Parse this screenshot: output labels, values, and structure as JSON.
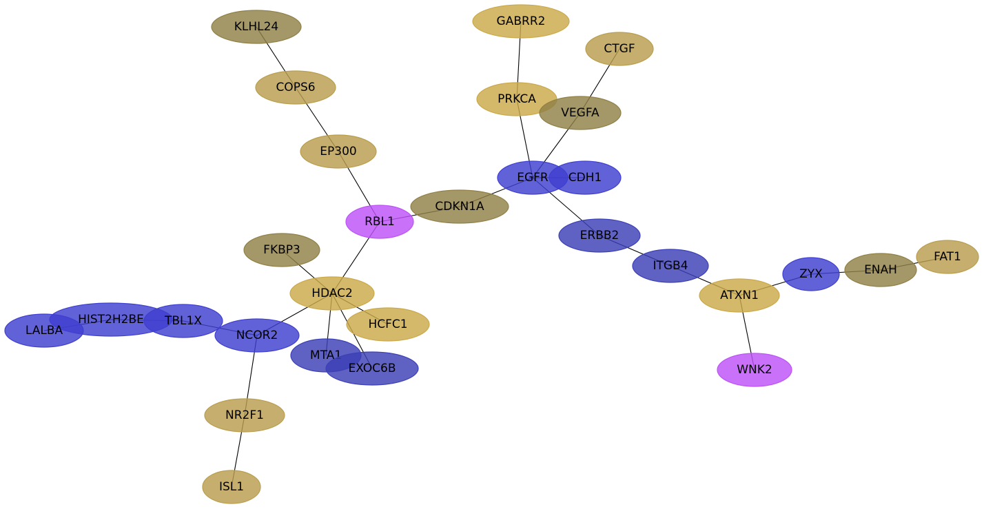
{
  "colors": {
    "gold": "#cba94a",
    "khaki": "#b99e4e",
    "olive": "#908047",
    "blue": "#3f3fd0",
    "slate": "#3c40b6",
    "violet": "#bd52f8",
    "edge": "#000000"
  },
  "nodes": [
    {
      "id": "KLHL24",
      "label": "KLHL24",
      "color": "olive"
    },
    {
      "id": "COPS6",
      "label": "COPS6",
      "color": "khaki"
    },
    {
      "id": "EP300",
      "label": "EP300",
      "color": "khaki"
    },
    {
      "id": "GABRR2",
      "label": "GABRR2",
      "color": "gold"
    },
    {
      "id": "CTGF",
      "label": "CTGF",
      "color": "khaki"
    },
    {
      "id": "PRKCA",
      "label": "PRKCA",
      "color": "gold"
    },
    {
      "id": "VEGFA",
      "label": "VEGFA",
      "color": "olive"
    },
    {
      "id": "EGFR",
      "label": "EGFR",
      "color": "blue"
    },
    {
      "id": "CDH1",
      "label": "CDH1",
      "color": "blue"
    },
    {
      "id": "CDKN1A",
      "label": "CDKN1A",
      "color": "olive"
    },
    {
      "id": "RBL1",
      "label": "RBL1",
      "color": "violet"
    },
    {
      "id": "ERBB2",
      "label": "ERBB2",
      "color": "slate"
    },
    {
      "id": "ITGB4",
      "label": "ITGB4",
      "color": "slate"
    },
    {
      "id": "ZYX",
      "label": "ZYX",
      "color": "blue"
    },
    {
      "id": "ENAH",
      "label": "ENAH",
      "color": "olive"
    },
    {
      "id": "FAT1",
      "label": "FAT1",
      "color": "khaki"
    },
    {
      "id": "ATXN1",
      "label": "ATXN1",
      "color": "gold"
    },
    {
      "id": "WNK2",
      "label": "WNK2",
      "color": "violet"
    },
    {
      "id": "FKBP3",
      "label": "FKBP3",
      "color": "olive"
    },
    {
      "id": "HDAC2",
      "label": "HDAC2",
      "color": "gold"
    },
    {
      "id": "HCFC1",
      "label": "HCFC1",
      "color": "gold"
    },
    {
      "id": "HIST2H2BE",
      "label": "HIST2H2BE",
      "color": "blue"
    },
    {
      "id": "TBL1X",
      "label": "TBL1X",
      "color": "blue"
    },
    {
      "id": "LALBA",
      "label": "LALBA",
      "color": "blue"
    },
    {
      "id": "NCOR2",
      "label": "NCOR2",
      "color": "blue"
    },
    {
      "id": "MTA1",
      "label": "MTA1",
      "color": "slate"
    },
    {
      "id": "EXOC6B",
      "label": "EXOC6B",
      "color": "slate"
    },
    {
      "id": "NR2F1",
      "label": "NR2F1",
      "color": "khaki"
    },
    {
      "id": "ISL1",
      "label": "ISL1",
      "color": "khaki"
    }
  ],
  "edges": [
    [
      "KLHL24",
      "COPS6"
    ],
    [
      "COPS6",
      "EP300"
    ],
    [
      "EP300",
      "RBL1"
    ],
    [
      "GABRR2",
      "PRKCA"
    ],
    [
      "CTGF",
      "VEGFA"
    ],
    [
      "PRKCA",
      "EGFR"
    ],
    [
      "VEGFA",
      "EGFR"
    ],
    [
      "EGFR",
      "CDH1"
    ],
    [
      "EGFR",
      "CDKN1A"
    ],
    [
      "EGFR",
      "ERBB2"
    ],
    [
      "CDKN1A",
      "RBL1"
    ],
    [
      "RBL1",
      "HDAC2"
    ],
    [
      "ERBB2",
      "ITGB4"
    ],
    [
      "ITGB4",
      "ATXN1"
    ],
    [
      "ATXN1",
      "ZYX"
    ],
    [
      "ZYX",
      "ENAH"
    ],
    [
      "ENAH",
      "FAT1"
    ],
    [
      "ATXN1",
      "WNK2"
    ],
    [
      "FKBP3",
      "HDAC2"
    ],
    [
      "HDAC2",
      "HCFC1"
    ],
    [
      "HDAC2",
      "NCOR2"
    ],
    [
      "HDAC2",
      "MTA1"
    ],
    [
      "HDAC2",
      "EXOC6B"
    ],
    [
      "NCOR2",
      "TBL1X"
    ],
    [
      "TBL1X",
      "HIST2H2BE"
    ],
    [
      "HIST2H2BE",
      "LALBA"
    ],
    [
      "NCOR2",
      "NR2F1"
    ],
    [
      "NR2F1",
      "ISL1"
    ]
  ]
}
